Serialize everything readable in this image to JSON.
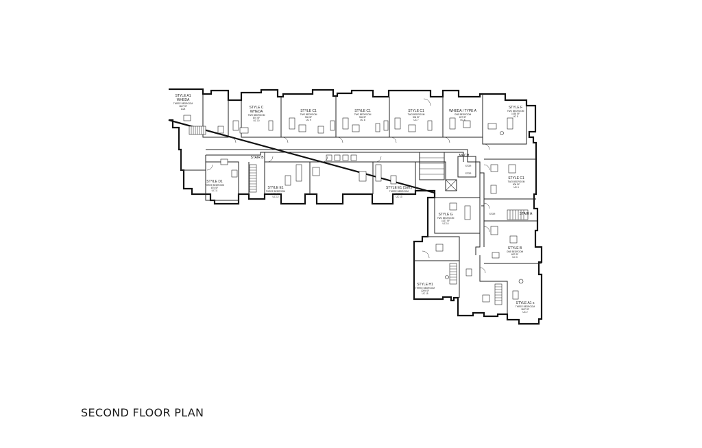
{
  "title": "SECOND FLOOR PLAN",
  "units": [
    {
      "id": "a1-top",
      "name": "STYLE A1",
      "sub": "WHEDA",
      "beds": "THREE BEDROOM",
      "area": "1187 SF",
      "extra": "1124"
    },
    {
      "id": "c-top",
      "name": "STYLE C",
      "sub": "WHEDA",
      "beds": "TWO BEDROOM",
      "area": "870 SF",
      "extra": "UC 10"
    },
    {
      "id": "c1-top-1",
      "name": "STYLE C1",
      "sub": "",
      "beds": "TWO BEDROOM",
      "area": "906 SF",
      "extra": "UC 9"
    },
    {
      "id": "c1-top-2",
      "name": "STYLE C1",
      "sub": "",
      "beds": "TWO BEDROOM",
      "area": "906 SF",
      "extra": "UC 8"
    },
    {
      "id": "c1-top-3",
      "name": "STYLE C1",
      "sub": "",
      "beds": "TWO BEDROOM",
      "area": "906 SF",
      "extra": "UC 7"
    },
    {
      "id": "wheda-top",
      "name": "WHEDA / TYPE A",
      "sub": "",
      "beds": "ONE BEDROOM",
      "area": "697 SF",
      "extra": "UC 6"
    },
    {
      "id": "f-top",
      "name": "STYLE F",
      "sub": "",
      "beds": "TWO BEDROOM",
      "area": "1038 SF",
      "extra": "UC 5"
    },
    {
      "id": "d1-left",
      "name": "STYLE D1",
      "sub": "",
      "beds": "THREE BEDROOM",
      "area": "875 SF",
      "extra": "UC 11"
    },
    {
      "id": "e1-mid",
      "name": "STYLE E1",
      "sub": "",
      "beds": "THREE BEDROOM",
      "area": "1028 SF",
      "extra": "UC 12"
    },
    {
      "id": "e1-sim",
      "name": "STYLE E1 (Sim.)",
      "sub": "",
      "beds": "THREE BEDROOM",
      "area": "1028 SF",
      "extra": "UC 13"
    },
    {
      "id": "c1-right",
      "name": "STYLE C1",
      "sub": "",
      "beds": "TWO BEDROOM",
      "area": "906 SF",
      "extra": "UC 4"
    },
    {
      "id": "g-mid",
      "name": "STYLE G",
      "sub": "",
      "beds": "TWO BEDROOM",
      "area": "1027 SF",
      "extra": "UC 14"
    },
    {
      "id": "b-right",
      "name": "STYLE B",
      "sub": "",
      "beds": "ONE BEDROOM",
      "area": "687 SF",
      "extra": "UC 3"
    },
    {
      "id": "h1-low",
      "name": "STYLE H1",
      "sub": "",
      "beds": "THREE BEDROOM",
      "area": "1209 SF",
      "extra": "UC 15"
    },
    {
      "id": "a1s-low",
      "name": "STYLE A1 s",
      "sub": "",
      "beds": "THREE BEDROOM",
      "area": "1187 SF",
      "extra": "UC 2"
    }
  ],
  "labels": {
    "stair_b": "STAIR B",
    "stair_a": "STAIR A",
    "mech": "MECH",
    "stor1": "STOR",
    "stor2": "STOR",
    "stor3": "STOR"
  }
}
